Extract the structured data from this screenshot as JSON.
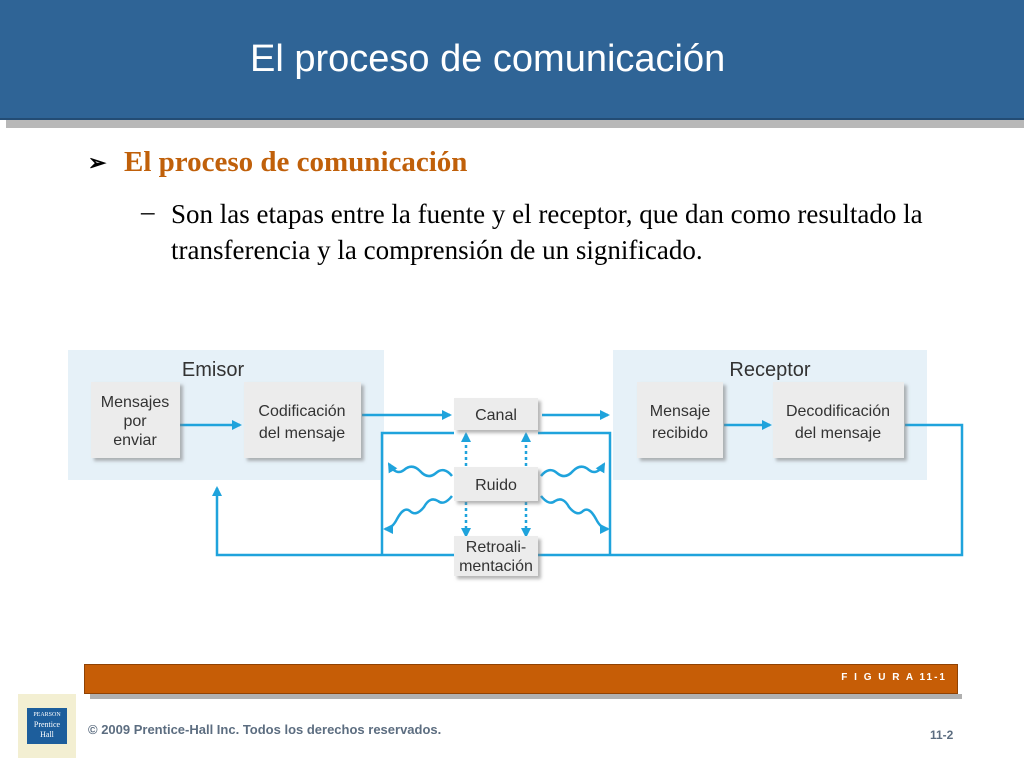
{
  "slide": {
    "title": "El proceso de comunicación",
    "bullet": "El proceso de comunicación",
    "sub_dash": "–",
    "sub_text": "Son las etapas entre la fuente y el receptor, que dan como resultado la transferencia y la comprensión de un significado.",
    "figure_label": "F I G U R A 11-1",
    "copyright": "© 2009 Prentice-Hall Inc. Todos los derechos reservados.",
    "page_number": "11-2",
    "logo_top": "PEARSON",
    "logo_line1": "Prentice",
    "logo_line2": "Hall"
  },
  "diagram": {
    "sender_title": "Emisor",
    "receiver_title": "Receptor",
    "box_mensajes": [
      "Mensajes",
      "por",
      "enviar"
    ],
    "box_codificacion": [
      "Codificación",
      "del mensaje"
    ],
    "box_canal": "Canal",
    "box_ruido": "Ruido",
    "box_retro": [
      "Retroali-",
      "mentación"
    ],
    "box_mensaje_recibido": [
      "Mensaje",
      "recibido"
    ],
    "box_decodificacion": [
      "Decodificación",
      "del mensaje"
    ],
    "colors": {
      "arrow": "#1fa3dc",
      "panel": "#e6f1f8",
      "box": "#ececec",
      "title_bar": "#2f6496",
      "accent": "#c65d06"
    }
  }
}
